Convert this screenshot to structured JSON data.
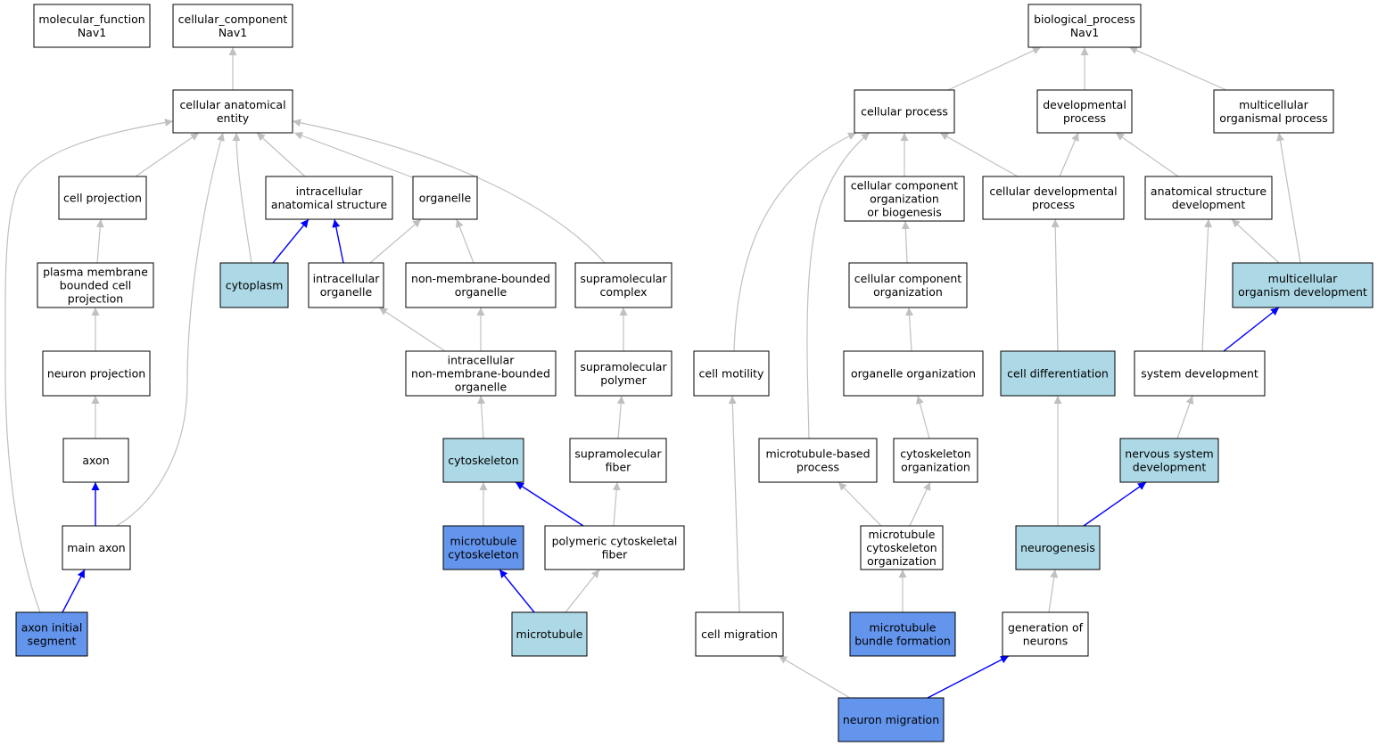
{
  "colors": {
    "white": "#ffffff",
    "light": "#add8e6",
    "dark": "#6495ed",
    "edge_gray": "#c0c0c0",
    "edge_blue": "#0000ff"
  },
  "nodes": [
    {
      "id": "molecular_function",
      "lines": [
        "molecular_function",
        "Nav1"
      ],
      "fill": "white"
    },
    {
      "id": "cellular_component",
      "lines": [
        "cellular_component",
        "Nav1"
      ],
      "fill": "white"
    },
    {
      "id": "biological_process",
      "lines": [
        "biological_process",
        "Nav1"
      ],
      "fill": "white"
    },
    {
      "id": "cellular_anatomical_entity",
      "lines": [
        "cellular anatomical",
        "entity"
      ],
      "fill": "white"
    },
    {
      "id": "cell_projection",
      "lines": [
        "cell projection"
      ],
      "fill": "white"
    },
    {
      "id": "intracellular_anatomical_structure",
      "lines": [
        "intracellular",
        "anatomical structure"
      ],
      "fill": "white"
    },
    {
      "id": "organelle",
      "lines": [
        "organelle"
      ],
      "fill": "white"
    },
    {
      "id": "plasma_membrane_bounded_cell_projection",
      "lines": [
        "plasma membrane",
        "bounded cell",
        "projection"
      ],
      "fill": "white"
    },
    {
      "id": "cytoplasm",
      "lines": [
        "cytoplasm"
      ],
      "fill": "light"
    },
    {
      "id": "intracellular_organelle",
      "lines": [
        "intracellular",
        "organelle"
      ],
      "fill": "white"
    },
    {
      "id": "non_membrane_bounded_organelle",
      "lines": [
        "non-membrane-bounded",
        "organelle"
      ],
      "fill": "white"
    },
    {
      "id": "supramolecular_complex",
      "lines": [
        "supramolecular",
        "complex"
      ],
      "fill": "white"
    },
    {
      "id": "neuron_projection",
      "lines": [
        "neuron projection"
      ],
      "fill": "white"
    },
    {
      "id": "intracellular_non_membrane_bounded_organelle",
      "lines": [
        "intracellular",
        "non-membrane-bounded",
        "organelle"
      ],
      "fill": "white"
    },
    {
      "id": "supramolecular_polymer",
      "lines": [
        "supramolecular",
        "polymer"
      ],
      "fill": "white"
    },
    {
      "id": "axon",
      "lines": [
        "axon"
      ],
      "fill": "white"
    },
    {
      "id": "cytoskeleton",
      "lines": [
        "cytoskeleton"
      ],
      "fill": "light"
    },
    {
      "id": "supramolecular_fiber",
      "lines": [
        "supramolecular",
        "fiber"
      ],
      "fill": "white"
    },
    {
      "id": "main_axon",
      "lines": [
        "main axon"
      ],
      "fill": "white"
    },
    {
      "id": "microtubule_cytoskeleton",
      "lines": [
        "microtubule",
        "cytoskeleton"
      ],
      "fill": "dark"
    },
    {
      "id": "polymeric_cytoskeletal_fiber",
      "lines": [
        "polymeric cytoskeletal",
        "fiber"
      ],
      "fill": "white"
    },
    {
      "id": "axon_initial_segment",
      "lines": [
        "axon initial",
        "segment"
      ],
      "fill": "dark"
    },
    {
      "id": "microtubule",
      "lines": [
        "microtubule"
      ],
      "fill": "light"
    },
    {
      "id": "cellular_process",
      "lines": [
        "cellular process"
      ],
      "fill": "white"
    },
    {
      "id": "developmental_process",
      "lines": [
        "developmental",
        "process"
      ],
      "fill": "white"
    },
    {
      "id": "multicellular_organismal_process",
      "lines": [
        "multicellular",
        "organismal process"
      ],
      "fill": "white"
    },
    {
      "id": "ccob",
      "lines": [
        "cellular component",
        "organization",
        "or biogenesis"
      ],
      "fill": "white"
    },
    {
      "id": "cellular_developmental_process",
      "lines": [
        "cellular developmental",
        "process"
      ],
      "fill": "white"
    },
    {
      "id": "anatomical_structure_development",
      "lines": [
        "anatomical structure",
        "development"
      ],
      "fill": "white"
    },
    {
      "id": "cellular_component_organization",
      "lines": [
        "cellular component",
        "organization"
      ],
      "fill": "white"
    },
    {
      "id": "multicellular_organism_development",
      "lines": [
        "multicellular",
        "organism development"
      ],
      "fill": "light"
    },
    {
      "id": "cell_motility",
      "lines": [
        "cell motility"
      ],
      "fill": "white"
    },
    {
      "id": "organelle_organization",
      "lines": [
        "organelle organization"
      ],
      "fill": "white"
    },
    {
      "id": "cell_differentiation",
      "lines": [
        "cell differentiation"
      ],
      "fill": "light"
    },
    {
      "id": "system_development",
      "lines": [
        "system development"
      ],
      "fill": "white"
    },
    {
      "id": "microtubule_based_process",
      "lines": [
        "microtubule-based",
        "process"
      ],
      "fill": "white"
    },
    {
      "id": "cytoskeleton_organization",
      "lines": [
        "cytoskeleton",
        "organization"
      ],
      "fill": "white"
    },
    {
      "id": "nervous_system_development",
      "lines": [
        "nervous system",
        "development"
      ],
      "fill": "light"
    },
    {
      "id": "mco",
      "lines": [
        "microtubule",
        "cytoskeleton",
        "organization"
      ],
      "fill": "white"
    },
    {
      "id": "neurogenesis",
      "lines": [
        "neurogenesis"
      ],
      "fill": "light"
    },
    {
      "id": "cell_migration",
      "lines": [
        "cell migration"
      ],
      "fill": "white"
    },
    {
      "id": "microtubule_bundle_formation",
      "lines": [
        "microtubule",
        "bundle formation"
      ],
      "fill": "dark"
    },
    {
      "id": "generation_of_neurons",
      "lines": [
        "generation of",
        "neurons"
      ],
      "fill": "white"
    },
    {
      "id": "neuron_migration",
      "lines": [
        "neuron migration"
      ],
      "fill": "dark"
    }
  ],
  "edges": [
    {
      "from": "cellular_anatomical_entity",
      "to": "cellular_component",
      "color": "gray"
    },
    {
      "from": "cell_projection",
      "to": "cellular_anatomical_entity",
      "color": "gray"
    },
    {
      "from": "intracellular_anatomical_structure",
      "to": "cellular_anatomical_entity",
      "color": "gray"
    },
    {
      "from": "organelle",
      "to": "cellular_anatomical_entity",
      "color": "gray"
    },
    {
      "from": "cytoplasm",
      "to": "cellular_anatomical_entity",
      "color": "gray"
    },
    {
      "from": "supramolecular_complex",
      "to": "cellular_anatomical_entity",
      "color": "gray"
    },
    {
      "from": "main_axon",
      "to": "cellular_anatomical_entity",
      "color": "gray"
    },
    {
      "from": "axon_initial_segment",
      "to": "cellular_anatomical_entity",
      "color": "gray"
    },
    {
      "from": "plasma_membrane_bounded_cell_projection",
      "to": "cell_projection",
      "color": "gray"
    },
    {
      "from": "neuron_projection",
      "to": "plasma_membrane_bounded_cell_projection",
      "color": "gray"
    },
    {
      "from": "axon",
      "to": "neuron_projection",
      "color": "gray"
    },
    {
      "from": "main_axon",
      "to": "axon",
      "color": "blue"
    },
    {
      "from": "axon_initial_segment",
      "to": "main_axon",
      "color": "blue"
    },
    {
      "from": "cytoplasm",
      "to": "intracellular_anatomical_structure",
      "color": "blue"
    },
    {
      "from": "intracellular_organelle",
      "to": "intracellular_anatomical_structure",
      "color": "blue"
    },
    {
      "from": "intracellular_organelle",
      "to": "organelle",
      "color": "gray"
    },
    {
      "from": "non_membrane_bounded_organelle",
      "to": "organelle",
      "color": "gray"
    },
    {
      "from": "intracellular_non_membrane_bounded_organelle",
      "to": "intracellular_organelle",
      "color": "gray"
    },
    {
      "from": "intracellular_non_membrane_bounded_organelle",
      "to": "non_membrane_bounded_organelle",
      "color": "gray"
    },
    {
      "from": "cytoskeleton",
      "to": "intracellular_non_membrane_bounded_organelle",
      "color": "gray"
    },
    {
      "from": "supramolecular_polymer",
      "to": "supramolecular_complex",
      "color": "gray"
    },
    {
      "from": "supramolecular_fiber",
      "to": "supramolecular_polymer",
      "color": "gray"
    },
    {
      "from": "microtubule_cytoskeleton",
      "to": "cytoskeleton",
      "color": "gray"
    },
    {
      "from": "polymeric_cytoskeletal_fiber",
      "to": "cytoskeleton",
      "color": "blue"
    },
    {
      "from": "polymeric_cytoskeletal_fiber",
      "to": "supramolecular_fiber",
      "color": "gray"
    },
    {
      "from": "microtubule",
      "to": "microtubule_cytoskeleton",
      "color": "blue"
    },
    {
      "from": "microtubule",
      "to": "polymeric_cytoskeletal_fiber",
      "color": "gray"
    },
    {
      "from": "cellular_process",
      "to": "biological_process",
      "color": "gray"
    },
    {
      "from": "developmental_process",
      "to": "biological_process",
      "color": "gray"
    },
    {
      "from": "multicellular_organismal_process",
      "to": "biological_process",
      "color": "gray"
    },
    {
      "from": "ccob",
      "to": "cellular_process",
      "color": "gray"
    },
    {
      "from": "cellular_developmental_process",
      "to": "cellular_process",
      "color": "gray"
    },
    {
      "from": "cell_motility",
      "to": "cellular_process",
      "color": "gray"
    },
    {
      "from": "microtubule_based_process",
      "to": "cellular_process",
      "color": "gray"
    },
    {
      "from": "cellular_developmental_process",
      "to": "developmental_process",
      "color": "gray"
    },
    {
      "from": "anatomical_structure_development",
      "to": "developmental_process",
      "color": "gray"
    },
    {
      "from": "multicellular_organism_development",
      "to": "multicellular_organismal_process",
      "color": "gray"
    },
    {
      "from": "multicellular_organism_development",
      "to": "anatomical_structure_development",
      "color": "gray"
    },
    {
      "from": "system_development",
      "to": "anatomical_structure_development",
      "color": "gray"
    },
    {
      "from": "system_development",
      "to": "multicellular_organism_development",
      "color": "blue"
    },
    {
      "from": "cellular_component_organization",
      "to": "ccob",
      "color": "gray"
    },
    {
      "from": "organelle_organization",
      "to": "cellular_component_organization",
      "color": "gray"
    },
    {
      "from": "cytoskeleton_organization",
      "to": "organelle_organization",
      "color": "gray"
    },
    {
      "from": "mco",
      "to": "microtubule_based_process",
      "color": "gray"
    },
    {
      "from": "mco",
      "to": "cytoskeleton_organization",
      "color": "gray"
    },
    {
      "from": "microtubule_bundle_formation",
      "to": "mco",
      "color": "gray"
    },
    {
      "from": "cell_differentiation",
      "to": "cellular_developmental_process",
      "color": "gray"
    },
    {
      "from": "nervous_system_development",
      "to": "system_development",
      "color": "gray"
    },
    {
      "from": "neurogenesis",
      "to": "nervous_system_development",
      "color": "blue"
    },
    {
      "from": "neurogenesis",
      "to": "cell_differentiation",
      "color": "gray"
    },
    {
      "from": "generation_of_neurons",
      "to": "neurogenesis",
      "color": "gray"
    },
    {
      "from": "cell_migration",
      "to": "cell_motility",
      "color": "gray"
    },
    {
      "from": "neuron_migration",
      "to": "cell_migration",
      "color": "gray"
    },
    {
      "from": "neuron_migration",
      "to": "generation_of_neurons",
      "color": "blue"
    }
  ]
}
